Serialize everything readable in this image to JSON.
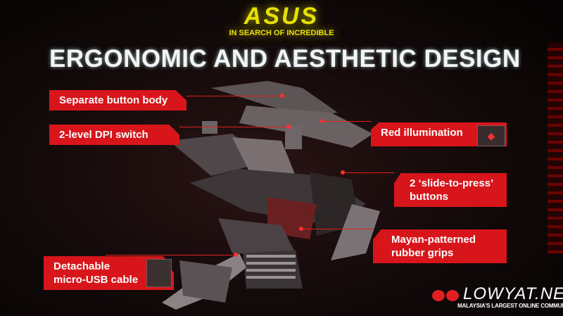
{
  "logo": {
    "brand": "ASUS",
    "tagline": "IN SEARCH OF INCREDIBLE"
  },
  "slide": {
    "title": "ERGONOMIC AND AESTHETIC DESIGN",
    "labels": {
      "button_body": "Separate button body",
      "dpi": "2-level DPI switch",
      "illumination": "Red illumination",
      "slide_press": [
        "2 ‘slide-to-press’",
        "buttons"
      ],
      "grips": [
        "Mayan-patterned",
        "rubber grips"
      ],
      "usb": [
        "Detachable",
        "micro-USB cable"
      ]
    },
    "rog_icon": "rog-logo-icon",
    "accent": "#d8151b"
  },
  "watermark": {
    "name": "LOWYAT.NET",
    "tagline": "MALAYSIA'S LARGEST ONLINE COMMUNITY"
  }
}
